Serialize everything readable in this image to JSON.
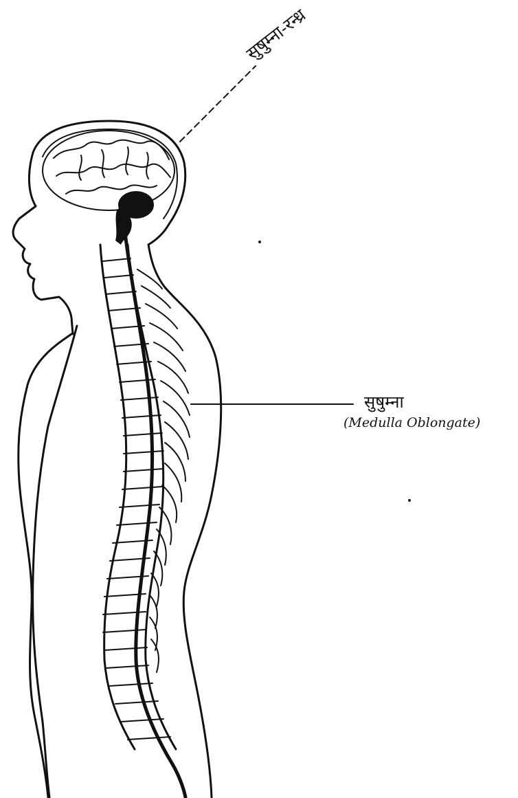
{
  "labels": {
    "brahmarandhra": "सुषुम्ना-रन्ध्र",
    "sushumna": "सुषुम्ना",
    "sushumna_english": "(Medulla Oblongate)"
  }
}
